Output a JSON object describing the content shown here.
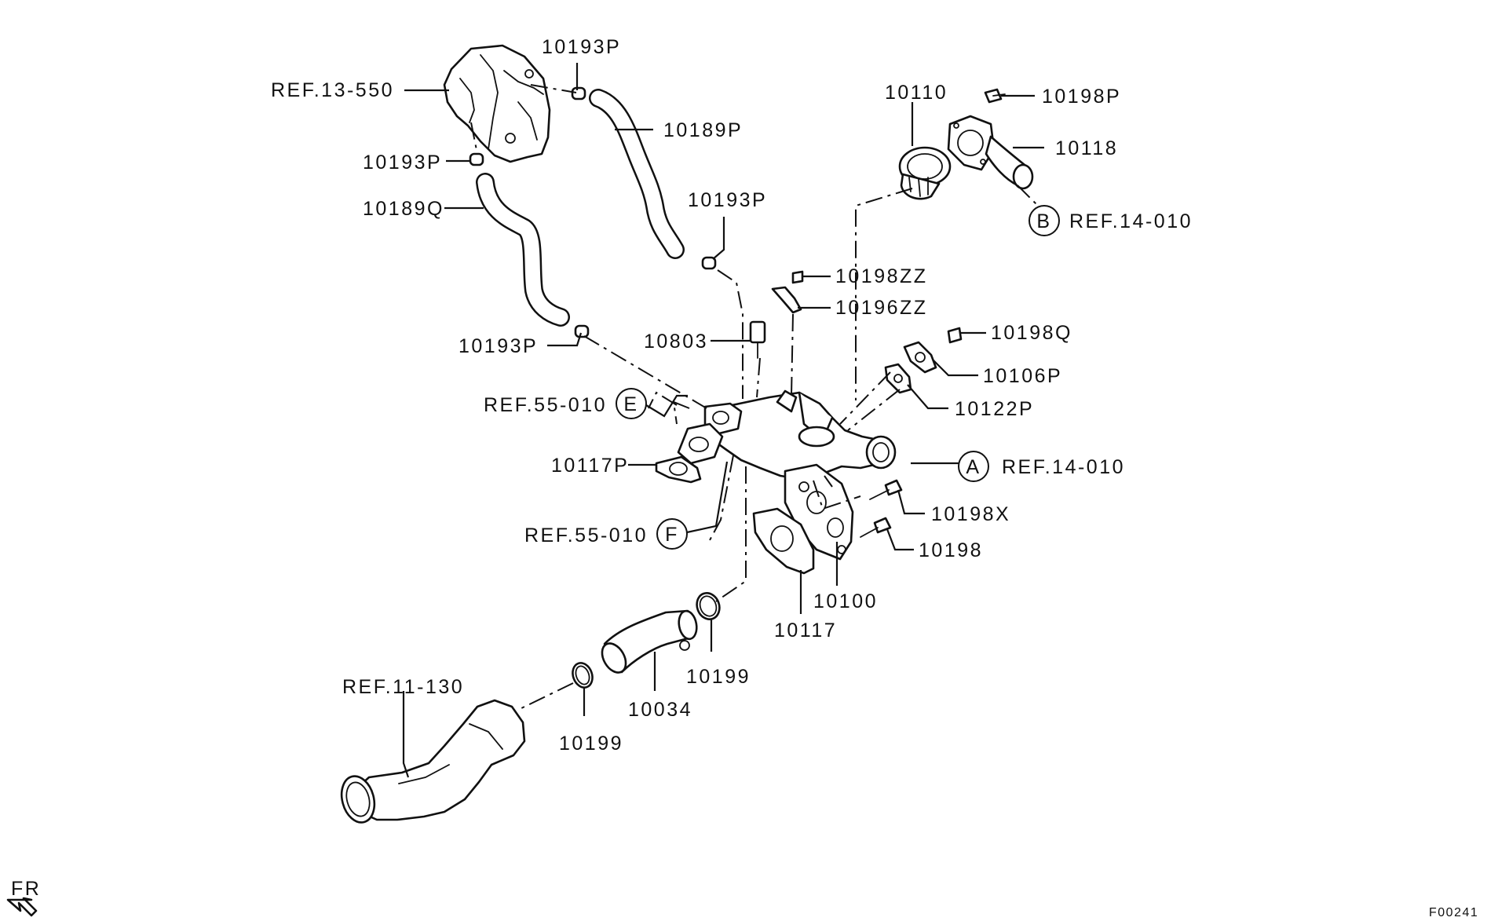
{
  "labels": {
    "ref_13_550": "REF.13-550",
    "p10193P_top": "10193P",
    "p10189P": "10189P",
    "p10193P_left": "10193P",
    "p10189Q": "10189Q",
    "p10193P_mid": "10193P",
    "p10193P_low": "10193P",
    "p10110": "10110",
    "p10198P": "10198P",
    "p10118": "10118",
    "ref_14_010_b": "REF.14-010",
    "p10198ZZ": "10198ZZ",
    "p10196ZZ": "10196ZZ",
    "p10803": "10803",
    "p10198Q": "10198Q",
    "p10106P": "10106P",
    "ref_55_010_e": "REF.55-010",
    "p10122P": "10122P",
    "p10117P": "10117P",
    "ref_14_010_a": "REF.14-010",
    "p10198X": "10198X",
    "ref_55_010_f": "REF.55-010",
    "p10198": "10198",
    "p10100": "10100",
    "p10117": "10117",
    "p10199_right": "10199",
    "ref_11_130": "REF.11-130",
    "p10034": "10034",
    "p10199_left": "10199",
    "fr": "FR",
    "figure_code": "F00241"
  },
  "callouts": {
    "a": "A",
    "b": "B",
    "e": "E",
    "f": "F"
  }
}
